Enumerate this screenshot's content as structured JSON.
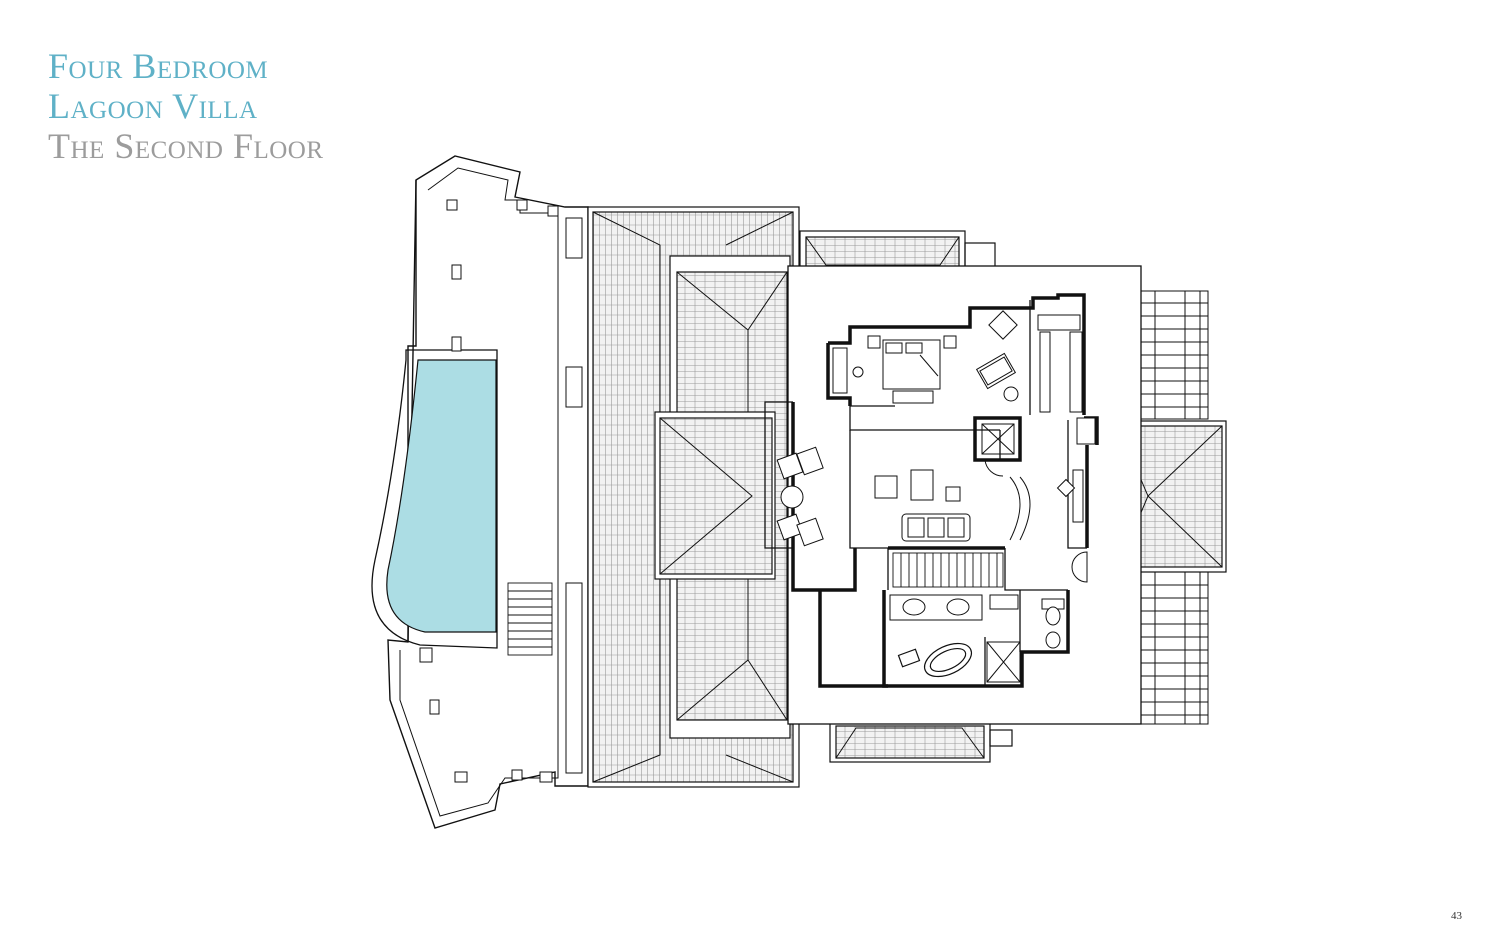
{
  "title": {
    "line1": "Four Bedroom",
    "line2": "Lagoon Villa",
    "line3": "The Second Floor"
  },
  "page_number": "43",
  "colors": {
    "accent": "#5fb1c7",
    "muted": "#9c9c9c",
    "pool": "#acdde4",
    "ink": "#111111",
    "roof_fill": "#f2f2f2"
  },
  "icons": [
    "bed-icon",
    "armchair-icon",
    "sofa-icon",
    "bathtub-icon",
    "toilet-icon",
    "sink-icon",
    "staircase-icon"
  ]
}
